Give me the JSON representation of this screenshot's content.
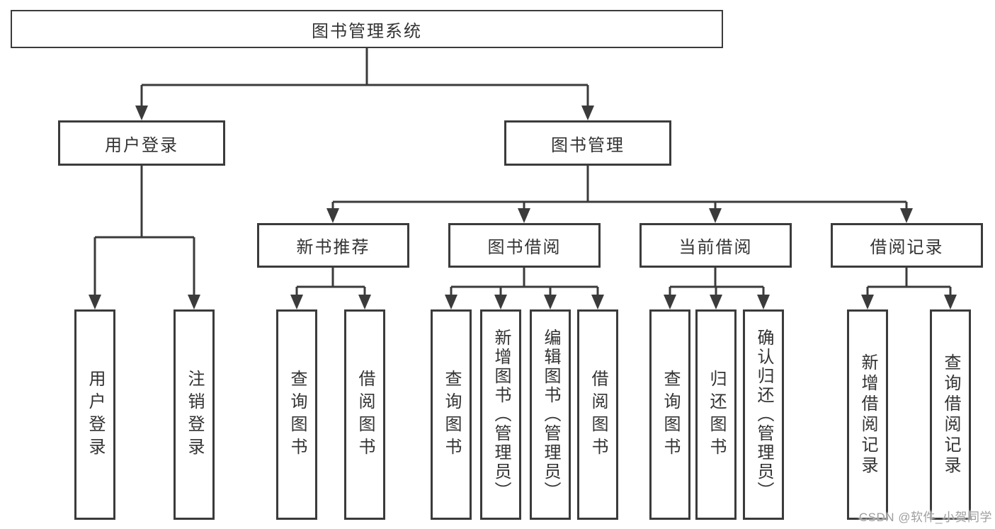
{
  "nodes": {
    "root": {
      "label": "图书管理系统"
    },
    "level2": [
      {
        "label": "用户登录"
      },
      {
        "label": "图书管理"
      }
    ],
    "level3": [
      {
        "label": "新书推荐"
      },
      {
        "label": "图书借阅"
      },
      {
        "label": "当前借阅"
      },
      {
        "label": "借阅记录"
      }
    ],
    "leaves": [
      {
        "label": "用户登录"
      },
      {
        "label": "注销登录"
      },
      {
        "label": "查询图书"
      },
      {
        "label": "借阅图书"
      },
      {
        "label": "查询图书"
      },
      {
        "label": "新增图书（管理员）"
      },
      {
        "label": "编辑图书（管理员）"
      },
      {
        "label": "借阅图书"
      },
      {
        "label": "查询图书"
      },
      {
        "label": "归还图书"
      },
      {
        "label": "确认归还（管理员）"
      },
      {
        "label": "新增借阅记录"
      },
      {
        "label": "查询借阅记录"
      }
    ]
  },
  "watermark": {
    "text": "CSDN @软件_小贺同学"
  },
  "colors": {
    "line": "#3b3b3b",
    "text": "#333333",
    "box_background": "#ffffff",
    "background": "#ffffff",
    "watermark": "#9e9e9e"
  }
}
